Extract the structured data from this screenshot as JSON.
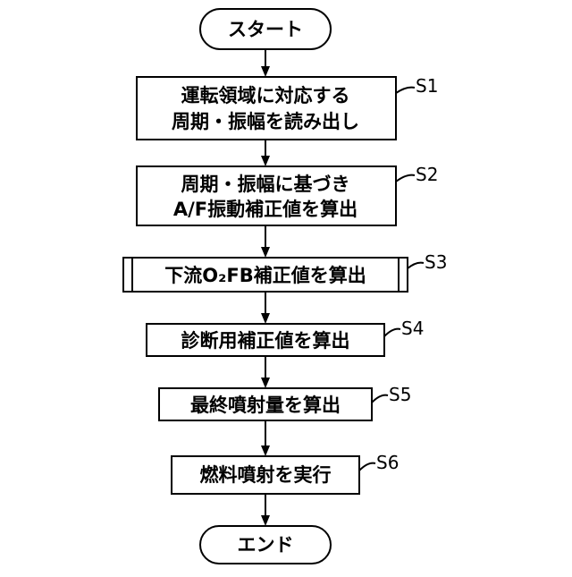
{
  "flowchart": {
    "start": {
      "label": "スタート"
    },
    "end": {
      "label": "エンド"
    },
    "steps": [
      {
        "id": "S1",
        "lines": [
          "運転領域に対応する",
          "周期・振幅を読み出し"
        ]
      },
      {
        "id": "S2",
        "lines": [
          "周期・振幅に基づき",
          "A/F振動補正値を算出"
        ]
      },
      {
        "id": "S3",
        "lines": [
          "下流O₂FB補正値を算出"
        ],
        "type": "predefined-process"
      },
      {
        "id": "S4",
        "lines": [
          "診断用補正値を算出"
        ]
      },
      {
        "id": "S5",
        "lines": [
          "最終噴射量を算出"
        ]
      },
      {
        "id": "S6",
        "lines": [
          "燃料噴射を実行"
        ]
      }
    ]
  }
}
